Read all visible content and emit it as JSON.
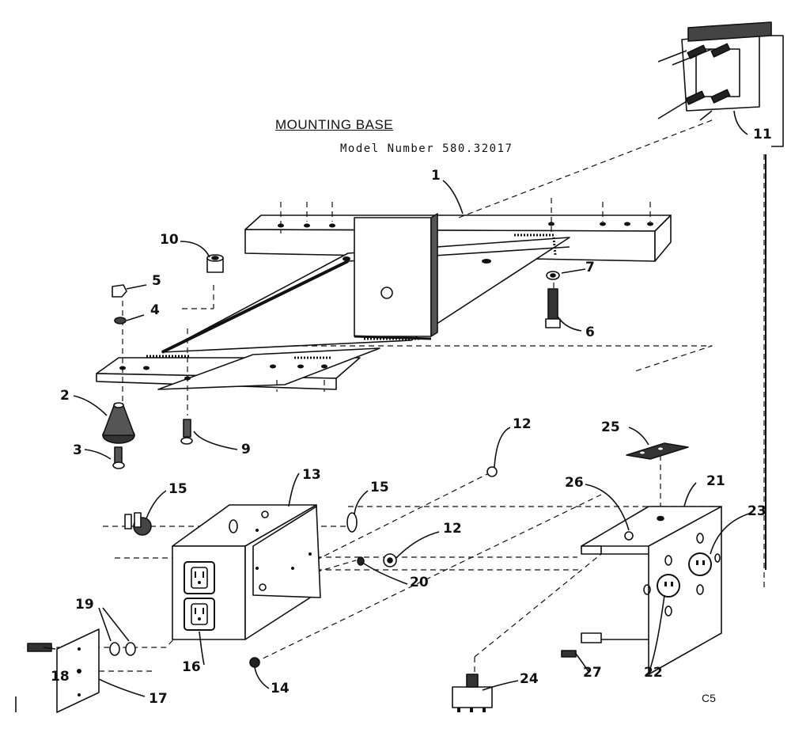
{
  "diagram": {
    "title": "MOUNTING BASE",
    "model": "Model Number 580.32017",
    "page_code": "C5"
  },
  "callouts": [
    {
      "id": "c1",
      "label": "1"
    },
    {
      "id": "c2",
      "label": "2"
    },
    {
      "id": "c3",
      "label": "3"
    },
    {
      "id": "c4",
      "label": "4"
    },
    {
      "id": "c5",
      "label": "5"
    },
    {
      "id": "c6",
      "label": "6"
    },
    {
      "id": "c7",
      "label": "7"
    },
    {
      "id": "c9",
      "label": "9"
    },
    {
      "id": "c10",
      "label": "10"
    },
    {
      "id": "c11",
      "label": "11"
    },
    {
      "id": "c12a",
      "label": "12"
    },
    {
      "id": "c12b",
      "label": "12"
    },
    {
      "id": "c13",
      "label": "13"
    },
    {
      "id": "c14",
      "label": "14"
    },
    {
      "id": "c15a",
      "label": "15"
    },
    {
      "id": "c15b",
      "label": "15"
    },
    {
      "id": "c16",
      "label": "16"
    },
    {
      "id": "c17",
      "label": "17"
    },
    {
      "id": "c18",
      "label": "18"
    },
    {
      "id": "c19",
      "label": "19"
    },
    {
      "id": "c20",
      "label": "20"
    },
    {
      "id": "c21",
      "label": "21"
    },
    {
      "id": "c22",
      "label": "22"
    },
    {
      "id": "c23",
      "label": "23"
    },
    {
      "id": "c24",
      "label": "24"
    },
    {
      "id": "c25",
      "label": "25"
    },
    {
      "id": "c26",
      "label": "26"
    },
    {
      "id": "c27",
      "label": "27"
    }
  ]
}
